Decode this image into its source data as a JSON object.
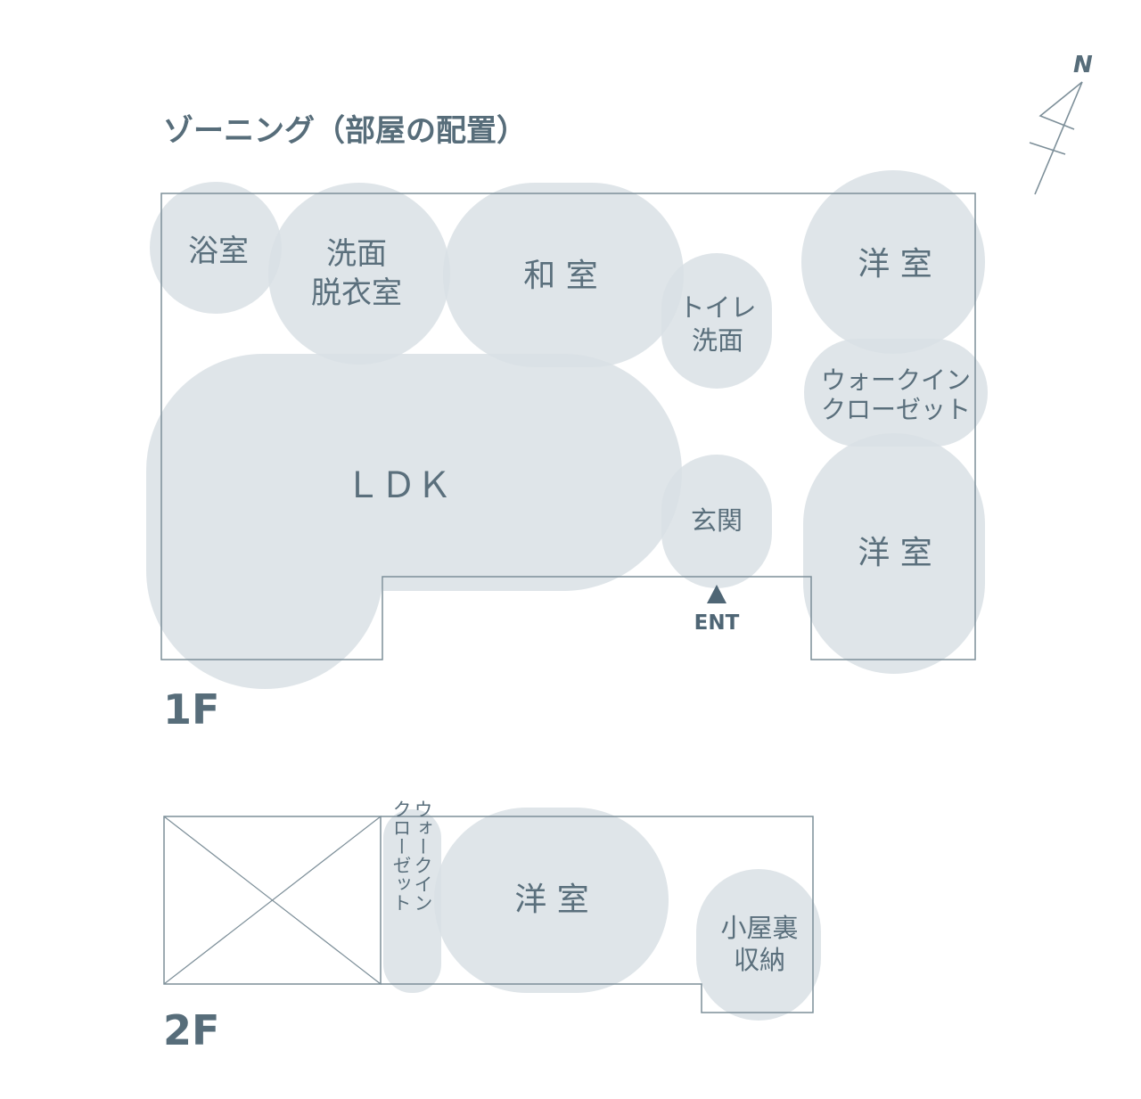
{
  "title": "ゾーニング（部屋の配置）",
  "compass": {
    "label": "N"
  },
  "floor1": {
    "label": "1F",
    "entrance_label": "ENT",
    "rooms": {
      "bath": "浴室",
      "washroom_line1": "洗面",
      "washroom_line2": "脱衣室",
      "japanese_room": "和 室",
      "toilet_line1": "トイレ",
      "toilet_line2": "洗面",
      "western_room_north": "洋 室",
      "walkin_line1": "ウォークイン",
      "walkin_line2": "クローゼット",
      "ldk": "ＬＤＫ",
      "genkan": "玄関",
      "western_room_south": "洋 室"
    }
  },
  "floor2": {
    "label": "2F",
    "rooms": {
      "walkin_col1": "ウォークイン",
      "walkin_col2": "クローゼット",
      "western_room": "洋 室",
      "attic_line1": "小屋裏",
      "attic_line2": "収納"
    }
  },
  "colors": {
    "zone_fill": "#d9e0e5",
    "outline": "#7d8f99",
    "text": "#576d7a"
  }
}
